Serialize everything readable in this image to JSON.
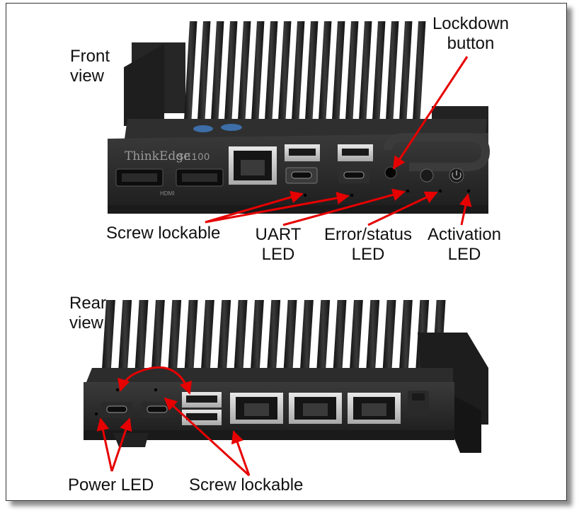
{
  "front": {
    "title_line1": "Front",
    "title_line2": "view",
    "brand": "ThinkEdge",
    "model": "SE100",
    "hdmi_caption": "HDMI"
  },
  "rear": {
    "title_line1": "Rear",
    "title_line2": "view"
  },
  "callouts": {
    "lockdown_line1": "Lockdown",
    "lockdown_line2": "button",
    "screw_lockable_front": "Screw lockable",
    "uart_line1": "UART",
    "uart_line2": "LED",
    "error_line1": "Error/status",
    "error_line2": "LED",
    "activation_line1": "Activation",
    "activation_line2": "LED",
    "power_led": "Power LED",
    "screw_lockable_rear": "Screw lockable"
  },
  "colors": {
    "arrow": "#e60000",
    "device_body": "#2b2b2b",
    "fin": "#1c1c1c",
    "port": "#0e0e0e"
  }
}
